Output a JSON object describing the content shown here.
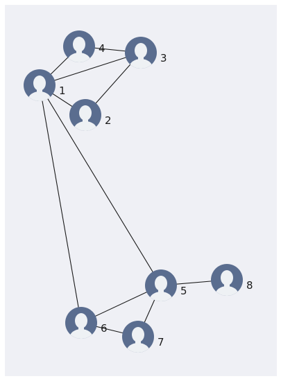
{
  "graph": {
    "node_icon": "person-avatar-icon",
    "node_color": "#5a6d8f",
    "node_highlight": "#eef1f4",
    "edge_color": "#1a1a1a",
    "background_color": "#eff0f5",
    "nodes": [
      {
        "id": "1",
        "label": "1"
      },
      {
        "id": "2",
        "label": "2"
      },
      {
        "id": "3",
        "label": "3"
      },
      {
        "id": "4",
        "label": "4"
      },
      {
        "id": "5",
        "label": "5"
      },
      {
        "id": "6",
        "label": "6"
      },
      {
        "id": "7",
        "label": "7"
      },
      {
        "id": "8",
        "label": "8"
      }
    ],
    "edges": [
      {
        "source": "1",
        "target": "4"
      },
      {
        "source": "1",
        "target": "3"
      },
      {
        "source": "1",
        "target": "2"
      },
      {
        "source": "4",
        "target": "3"
      },
      {
        "source": "3",
        "target": "2"
      },
      {
        "source": "1",
        "target": "6"
      },
      {
        "source": "1",
        "target": "5"
      },
      {
        "source": "5",
        "target": "8"
      },
      {
        "source": "5",
        "target": "6"
      },
      {
        "source": "5",
        "target": "7"
      },
      {
        "source": "6",
        "target": "7"
      }
    ]
  }
}
